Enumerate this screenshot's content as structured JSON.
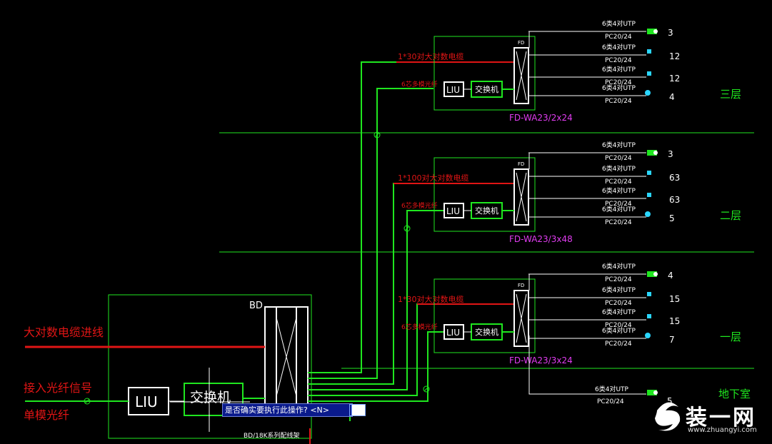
{
  "left_labels": {
    "trunk_cable": "大对数电缆进线",
    "fiber_signal": "接入光纤信号",
    "single_fiber": "单模光纤"
  },
  "bd": {
    "label": "BD",
    "liu": "LIU",
    "switch": "交换机",
    "bottom": "BD/18K系列配线架"
  },
  "floors": [
    {
      "name": "三层",
      "fd_label": "FD-WA23/2x24",
      "cable": "1*30对大对数电缆",
      "fiber": "6芯多模光纤",
      "liu": "LIU",
      "switch": "交换机",
      "fd": "FD",
      "outlets": [
        {
          "utp": "6类4对UTP",
          "pc": "PC20/24",
          "count": "3"
        },
        {
          "utp": "6类4对UTP",
          "pc": "PC20/24",
          "count": "12"
        },
        {
          "utp": "6类4对UTP",
          "pc": "PC20/24",
          "count": "12"
        },
        {
          "utp": "6类4对UTP",
          "pc": "PC20/24",
          "count": "4"
        }
      ]
    },
    {
      "name": "二层",
      "fd_label": "FD-WA23/3x48",
      "cable": "1*100对大对数电缆",
      "fiber": "6芯多模光纤",
      "liu": "LIU",
      "switch": "交换机",
      "fd": "FD",
      "outlets": [
        {
          "utp": "6类4对UTP",
          "pc": "PC20/24",
          "count": "3"
        },
        {
          "utp": "6类4对UTP",
          "pc": "PC20/24",
          "count": "63"
        },
        {
          "utp": "6类4对UTP",
          "pc": "PC20/24",
          "count": "63"
        },
        {
          "utp": "6类4对UTP",
          "pc": "PC20/24",
          "count": "5"
        }
      ]
    },
    {
      "name": "一层",
      "fd_label": "FD-WA23/3x24",
      "cable": "1*30对大对数电缆",
      "fiber": "6芯多模光纤",
      "liu": "LIU",
      "switch": "交换机",
      "fd": "FD",
      "outlets": [
        {
          "utp": "6类4对UTP",
          "pc": "PC20/24",
          "count": "4"
        },
        {
          "utp": "6类4对UTP",
          "pc": "PC20/24",
          "count": "15"
        },
        {
          "utp": "6类4对UTP",
          "pc": "PC20/24",
          "count": "15"
        },
        {
          "utp": "6类4对UTP",
          "pc": "PC20/24",
          "count": "7"
        }
      ]
    }
  ],
  "basement": {
    "name": "地下室",
    "utp": "6类4对UTP",
    "pc": "PC20/24",
    "count": "5"
  },
  "command_prompt": "是否确实要执行此操作? <N>",
  "watermark": {
    "text": "装一网",
    "url": "www.zhuangyi.com"
  },
  "colors": {
    "green": "#1fe61f",
    "red": "#e01515",
    "white": "#ffffff",
    "magenta": "#e03cf0",
    "cyan": "#2ad6ff"
  }
}
